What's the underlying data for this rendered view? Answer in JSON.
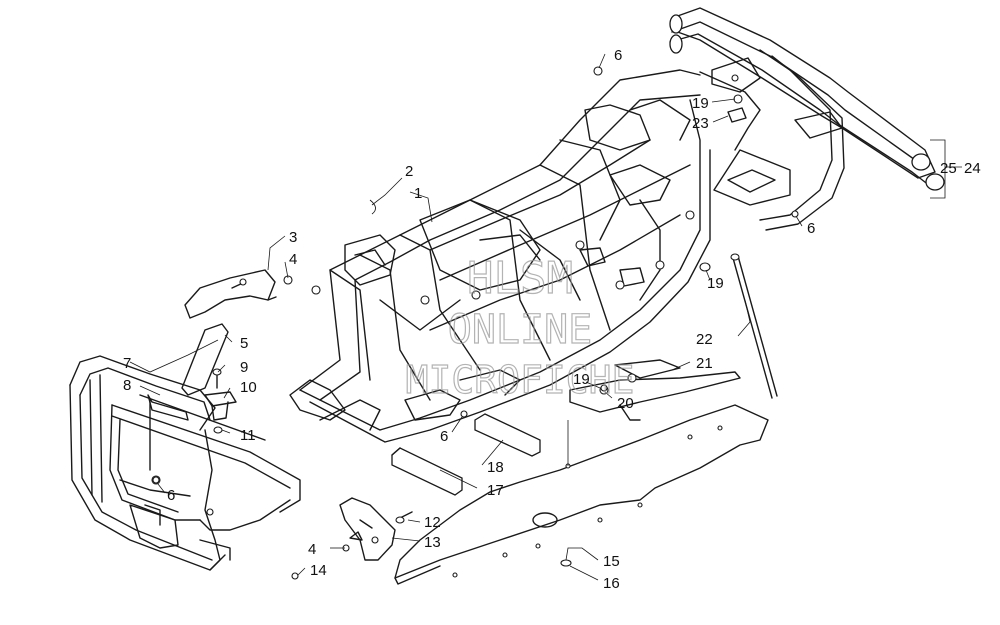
{
  "diagram": {
    "watermark": [
      "HLSM",
      "ONLINE",
      "MICROFICHE"
    ],
    "callouts": [
      {
        "id": "c1",
        "label": "1"
      },
      {
        "id": "c2",
        "label": "2"
      },
      {
        "id": "c3",
        "label": "3"
      },
      {
        "id": "c4a",
        "label": "4"
      },
      {
        "id": "c4b",
        "label": "4"
      },
      {
        "id": "c5",
        "label": "5"
      },
      {
        "id": "c6a",
        "label": "6"
      },
      {
        "id": "c6b",
        "label": "6"
      },
      {
        "id": "c6c",
        "label": "6"
      },
      {
        "id": "c6d",
        "label": "6"
      },
      {
        "id": "c7",
        "label": "7"
      },
      {
        "id": "c8",
        "label": "8"
      },
      {
        "id": "c9",
        "label": "9"
      },
      {
        "id": "c10",
        "label": "10"
      },
      {
        "id": "c11",
        "label": "11"
      },
      {
        "id": "c12",
        "label": "12"
      },
      {
        "id": "c13",
        "label": "13"
      },
      {
        "id": "c14",
        "label": "14"
      },
      {
        "id": "c15",
        "label": "15"
      },
      {
        "id": "c16",
        "label": "16"
      },
      {
        "id": "c17",
        "label": "17"
      },
      {
        "id": "c18",
        "label": "18"
      },
      {
        "id": "c19a",
        "label": "19"
      },
      {
        "id": "c19b",
        "label": "19"
      },
      {
        "id": "c19c",
        "label": "19"
      },
      {
        "id": "c20",
        "label": "20"
      },
      {
        "id": "c21",
        "label": "21"
      },
      {
        "id": "c22",
        "label": "22"
      },
      {
        "id": "c23",
        "label": "23"
      },
      {
        "id": "c24",
        "label": "24"
      },
      {
        "id": "c25",
        "label": "25"
      }
    ]
  }
}
